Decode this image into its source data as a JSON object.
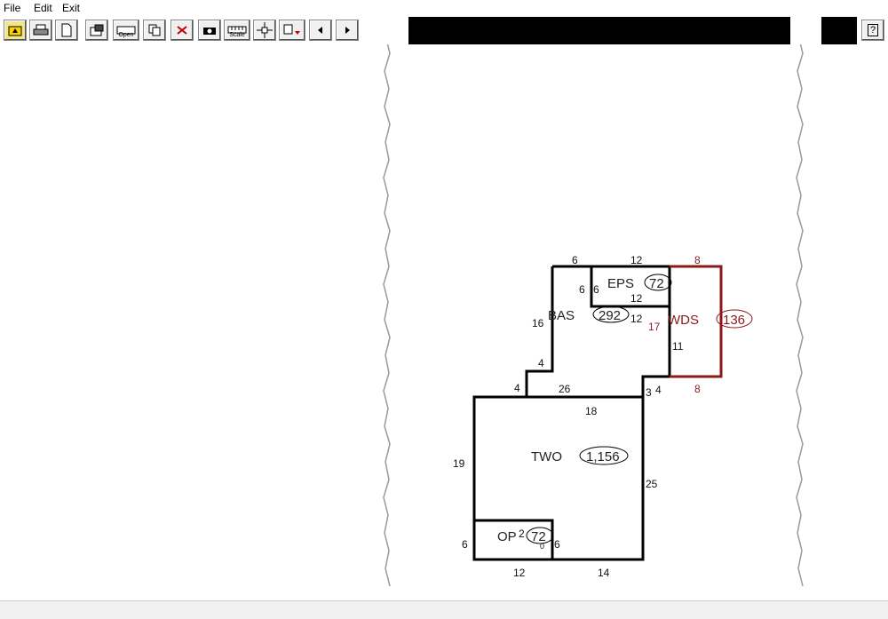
{
  "menu": {
    "file": "File",
    "edit": "Edit",
    "exit": "Exit"
  },
  "toolbar": {
    "buttons": [
      {
        "name": "up-folder-icon"
      },
      {
        "name": "print-icon"
      },
      {
        "name": "new-page-icon"
      },
      {
        "name": "properties-icon"
      },
      {
        "name": "open-icon",
        "label": "Open"
      },
      {
        "name": "copy-icon"
      },
      {
        "name": "delete-icon"
      },
      {
        "name": "camera-icon"
      },
      {
        "name": "scale-icon",
        "label": "Scale"
      },
      {
        "name": "move-icon"
      },
      {
        "name": "paste-icon"
      },
      {
        "name": "prev-arrow-icon"
      },
      {
        "name": "next-arrow-icon"
      }
    ],
    "help_label": "?"
  },
  "sketch": {
    "areas": {
      "eps": {
        "label": "EPS",
        "value": "72"
      },
      "bas": {
        "label": "BAS",
        "value": "292"
      },
      "wds": {
        "label": "WDS",
        "value": "136"
      },
      "two": {
        "label": "TWO",
        "value": "1,156"
      },
      "op": {
        "label": "OP",
        "value": "72"
      }
    },
    "dimensions": {
      "d_top_6": "6",
      "d_top_12": "12",
      "d_wds_top_8": "8",
      "d_eps_left_6": "6",
      "d_eps_inner_6": "6",
      "d_eps_bottom_12": "12",
      "d_bas_right_12": "12",
      "d_wds_left_17": "17",
      "d_bas_left_16": "16",
      "d_right_11": "11",
      "d_step_4a": "4",
      "d_step_4b": "4",
      "d_26": "26",
      "d_3": "3",
      "d_4c": "4",
      "d_wds_bottom_8": "8",
      "d_18": "18",
      "d_19": "19",
      "d_25": "25",
      "d_op_2": "2",
      "d_op_0": "0",
      "d_op_6r": "6",
      "d_op_6l": "6",
      "d_12": "12",
      "d_14": "14"
    },
    "colors": {
      "black": "#000000",
      "wds": "#8b1a1a"
    }
  }
}
